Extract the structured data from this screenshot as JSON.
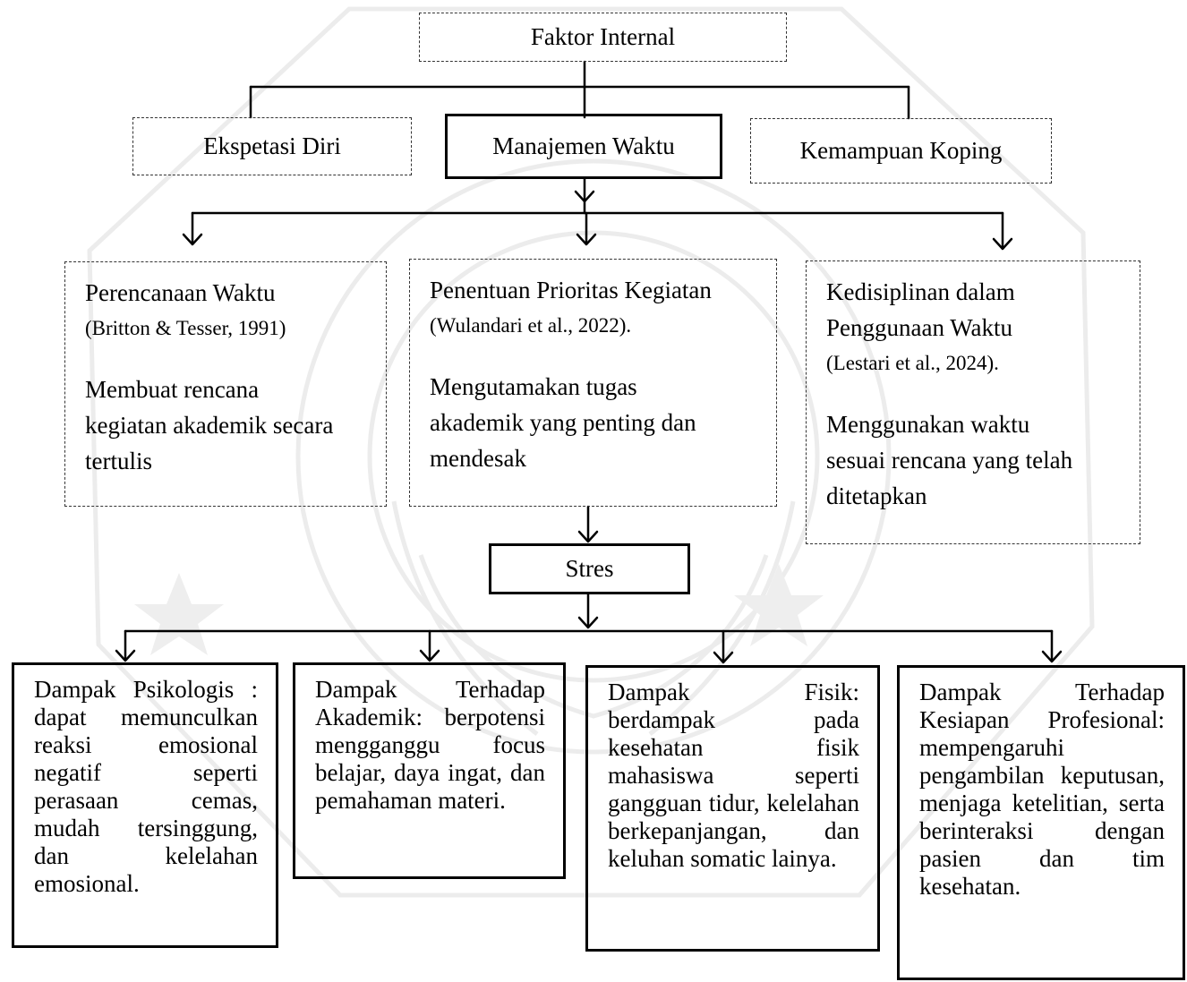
{
  "diagram": {
    "root": {
      "label": "Faktor Internal"
    },
    "factors": [
      {
        "label": "Ekspetasi Diri"
      },
      {
        "label": "Manajemen Waktu"
      },
      {
        "label": "Kemampuan Koping"
      }
    ],
    "aspects": [
      {
        "title_lines": [
          "Perencanaan Waktu"
        ],
        "citation": "(Britton & Tesser, 1991)",
        "desc_lines": [
          "Membuat rencana",
          "kegiatan akademik secara",
          "tertulis"
        ]
      },
      {
        "title_lines": [
          "Penentuan Prioritas Kegiatan"
        ],
        "citation": "(Wulandari et al., 2022).",
        "desc_lines": [
          "Mengutamakan tugas",
          "akademik yang penting dan",
          "mendesak"
        ]
      },
      {
        "title_lines": [
          "Kedisiplinan dalam",
          "Penggunaan Waktu"
        ],
        "citation": "(Lestari et al., 2024).",
        "desc_lines": [
          "Menggunakan waktu",
          "sesuai rencana yang telah",
          "ditetapkan"
        ]
      }
    ],
    "stress": {
      "label": "Stres"
    },
    "impacts": [
      {
        "text": "Dampak Psikologis : dapat memunculkan reaksi emosional negatif seperti perasaan cemas, mudah tersinggung, dan kelelahan emosional."
      },
      {
        "text": "Dampak Terhadap Akademik: berpotensi mengganggu focus belajar, daya ingat, dan pemahaman materi."
      },
      {
        "text": "Dampak Fisik: berdampak pada kesehatan fisik mahasiswa seperti gangguan tidur, kelelahan berkepanjangan, dan keluhan somatic lainya."
      },
      {
        "text": "Dampak Terhadap Kesiapan Profesional: mempengaruhi pengambilan keputusan, menjaga ketelitian, serta berinteraksi dengan pasien dan tim kesehatan."
      }
    ]
  },
  "colors": {
    "line": "#000000",
    "dashed_border": "#333333",
    "watermark": "#ececec"
  }
}
